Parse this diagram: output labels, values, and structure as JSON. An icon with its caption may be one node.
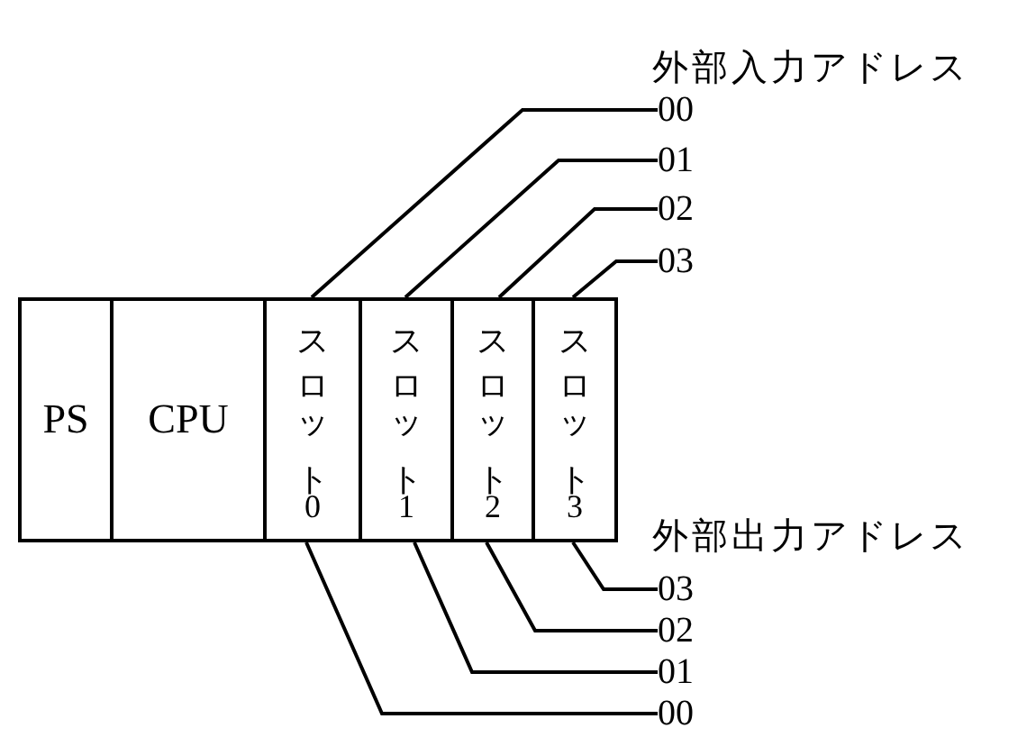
{
  "diagram": {
    "nodes": [
      {
        "text": [
          "00"
        ]
      },
      {
        "text": [
          "01"
        ]
      },
      {
        "text": [
          "02"
        ]
      },
      {
        "text": [
          "03"
        ]
      },
      {
        "text": [
          "PS"
        ]
      },
      {
        "text": [
          "CPU"
        ]
      },
      {
        "text": [
          "スロット0"
        ]
      },
      {
        "text": [
          "スロット1"
        ]
      },
      {
        "text": [
          "スロット2"
        ]
      },
      {
        "text": [
          "スロット3"
        ]
      },
      {
        "text": [
          "03"
        ]
      },
      {
        "text": [
          "02"
        ]
      },
      {
        "text": [
          "01"
        ]
      },
      {
        "text": [
          "00"
        ]
      }
    ],
    "edges": [
      {
        "from": 0,
        "to": 6,
        "arrow": "none"
      },
      {
        "from": 1,
        "to": 7,
        "arrow": "none"
      },
      {
        "from": 2,
        "to": 8,
        "arrow": "none"
      },
      {
        "from": 3,
        "to": 9,
        "arrow": "none"
      },
      {
        "from": 10,
        "to": 9,
        "arrow": "none"
      },
      {
        "from": 11,
        "to": 8,
        "arrow": "none"
      },
      {
        "from": 12,
        "to": 7,
        "arrow": "none"
      },
      {
        "from": 13,
        "to": 6,
        "arrow": "none"
      }
    ],
    "labels": [
      "外部入力アドレス",
      "外部出力アドレス"
    ]
  }
}
